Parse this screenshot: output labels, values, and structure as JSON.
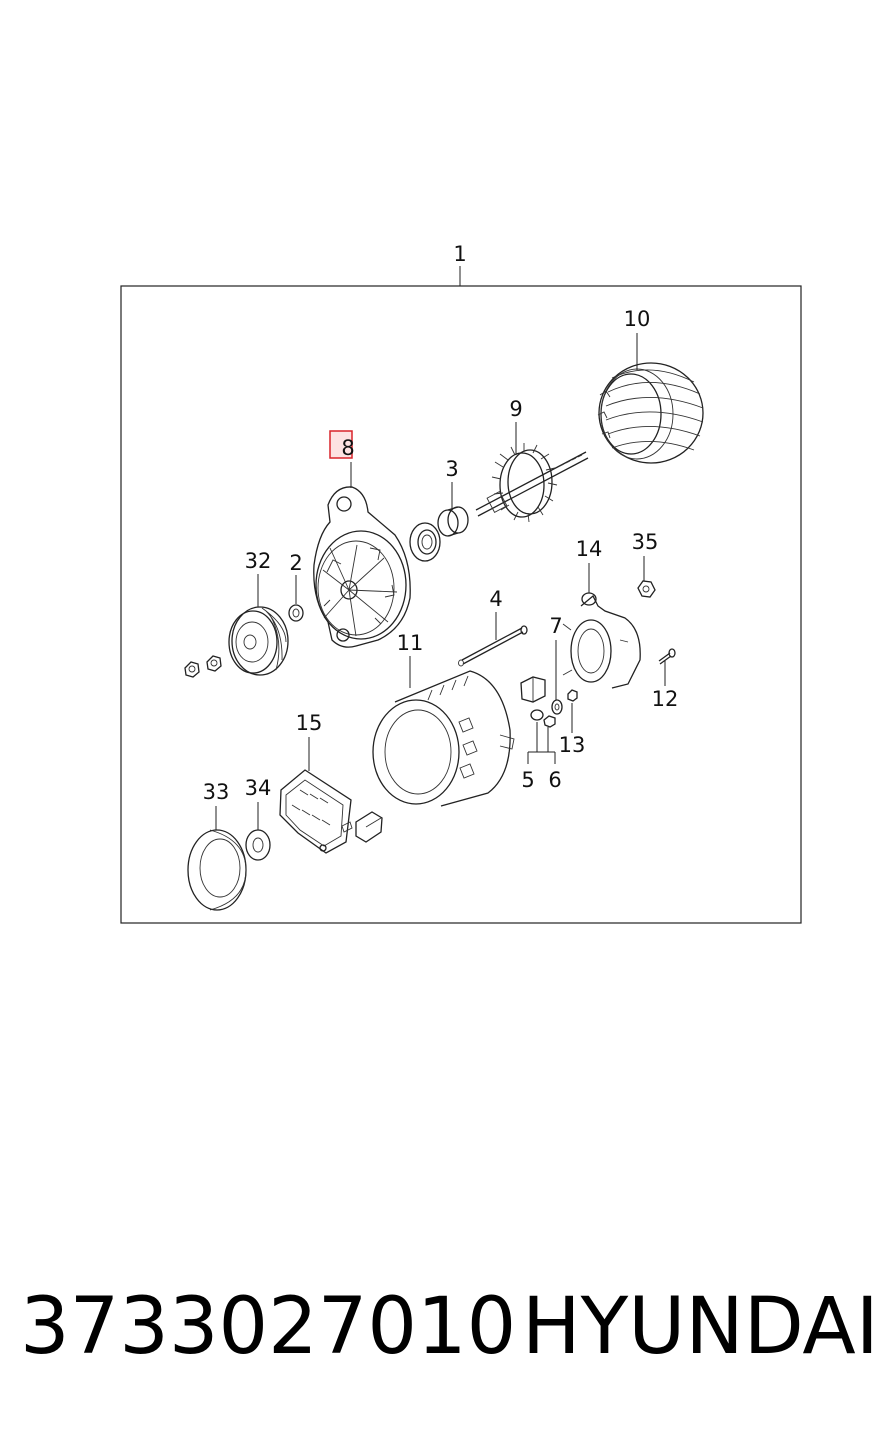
{
  "assembly_label": "1",
  "highlighted_callout": "8",
  "callouts": [
    {
      "id": "c1",
      "text": "1"
    },
    {
      "id": "c2",
      "text": "2"
    },
    {
      "id": "c3",
      "text": "3"
    },
    {
      "id": "c4",
      "text": "4"
    },
    {
      "id": "c5",
      "text": "5"
    },
    {
      "id": "c6",
      "text": "6"
    },
    {
      "id": "c7",
      "text": "7"
    },
    {
      "id": "c8",
      "text": "8"
    },
    {
      "id": "c9",
      "text": "9"
    },
    {
      "id": "c10",
      "text": "10"
    },
    {
      "id": "c11",
      "text": "11"
    },
    {
      "id": "c12",
      "text": "12"
    },
    {
      "id": "c13",
      "text": "13"
    },
    {
      "id": "c14",
      "text": "14"
    },
    {
      "id": "c15",
      "text": "15"
    },
    {
      "id": "c32",
      "text": "32"
    },
    {
      "id": "c33",
      "text": "33"
    },
    {
      "id": "c34",
      "text": "34"
    },
    {
      "id": "c35",
      "text": "35"
    }
  ],
  "footer": {
    "part_number": "3733027010",
    "brand": "HYUNDAI"
  },
  "colors": {
    "highlight_stroke": "#d9232a",
    "highlight_fill": "#fde2e2",
    "line": "#222222"
  }
}
